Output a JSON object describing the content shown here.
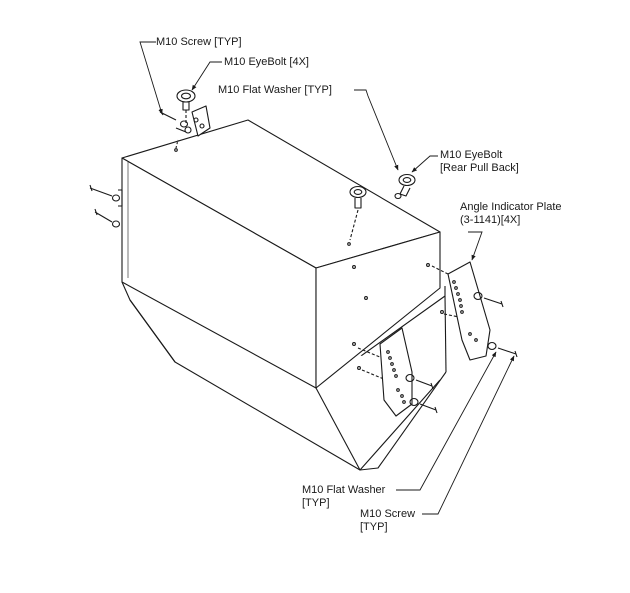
{
  "callouts": {
    "m10_screw_top": "M10 Screw [TYP]",
    "m10_eyebolt_4x": "M10 EyeBolt [4X]",
    "m10_flat_washer_top": "M10 Flat Washer [TYP]",
    "m10_eyebolt_rear_line1": "M10 EyeBolt",
    "m10_eyebolt_rear_line2": "[Rear Pull Back]",
    "angle_plate_line1": "Angle Indicator Plate",
    "angle_plate_line2": "(3-1141)[4X]",
    "m10_flat_washer_bottom_line1": "M10 Flat Washer",
    "m10_flat_washer_bottom_line2": "[TYP]",
    "m10_screw_bottom_line1": "M10 Screw",
    "m10_screw_bottom_line2": "[TYP]"
  },
  "colors": {
    "line": "#1a1a1a",
    "background": "#ffffff"
  }
}
